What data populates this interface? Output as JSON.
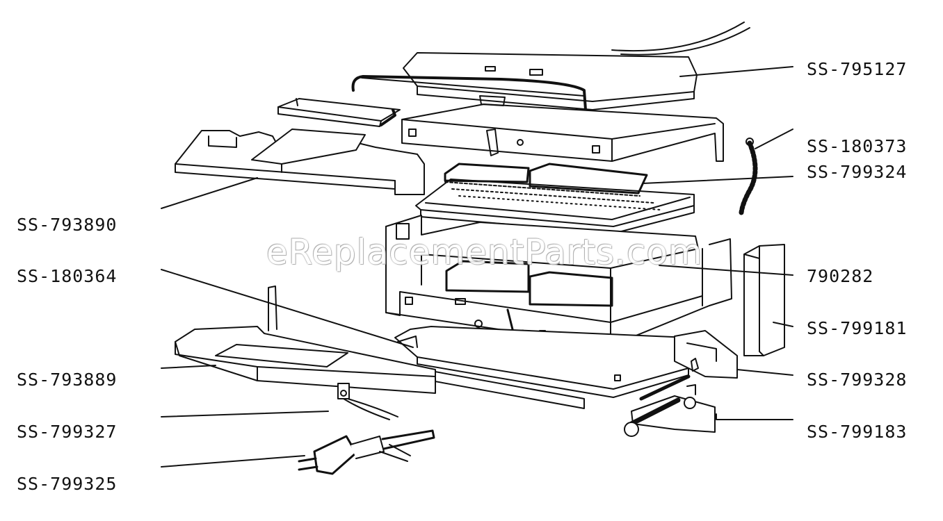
{
  "watermark": "eReplacementParts.com",
  "parts": [
    {
      "id": "ss-795127",
      "label": "SS-795127"
    },
    {
      "id": "ss-180373",
      "label": "SS-180373"
    },
    {
      "id": "ss-799324",
      "label": "SS-799324"
    },
    {
      "id": "ss-793890",
      "label": "SS-793890"
    },
    {
      "id": "ss-180364",
      "label": "SS-180364"
    },
    {
      "id": "790282",
      "label": "790282"
    },
    {
      "id": "ss-799181",
      "label": "SS-799181"
    },
    {
      "id": "ss-793889",
      "label": "SS-793889"
    },
    {
      "id": "ss-799328",
      "label": "SS-799328"
    },
    {
      "id": "ss-799327",
      "label": "SS-799327"
    },
    {
      "id": "ss-799183",
      "label": "SS-799183"
    },
    {
      "id": "ss-799325",
      "label": "SS-799325"
    }
  ]
}
